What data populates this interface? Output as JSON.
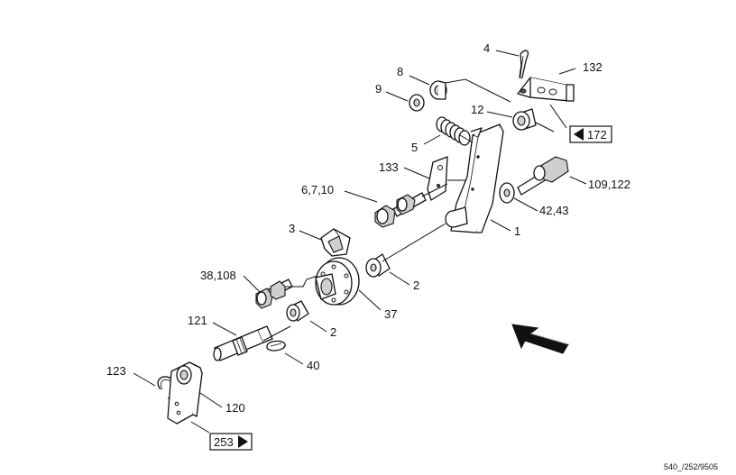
{
  "callouts": {
    "c4": "4",
    "c132": "132",
    "c8": "8",
    "c9": "9",
    "c12": "12",
    "c5": "5",
    "c133": "133",
    "c109_122": "109,122",
    "c6_7_10": "6,7,10",
    "c42_43": "42,43",
    "c3": "3",
    "c1": "1",
    "c38_108": "38,108",
    "c2a": "2",
    "c37": "37",
    "c121": "121",
    "c2b": "2",
    "c40": "40",
    "c123": "123",
    "c120": "120"
  },
  "refs": {
    "r172": "172",
    "r253": "253"
  },
  "drawing_code": "540_/252/9505"
}
